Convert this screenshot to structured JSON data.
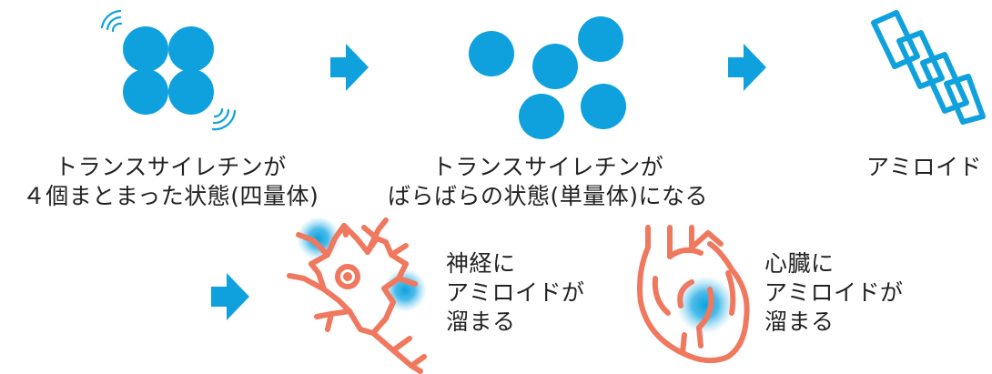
{
  "colors": {
    "blue": "#0fa1dd",
    "coral": "#f0785e",
    "text": "#222222",
    "glow": "#37b6ea"
  },
  "step1": {
    "line1": "トランスサイレチンが",
    "line2": "４個まとまった状態(四量体)"
  },
  "step2": {
    "line1": "トランスサイレチンが",
    "line2": "ばらばらの状態(単量体)になる"
  },
  "step3": {
    "label": "アミロイド"
  },
  "nerve": {
    "line1": "神経に",
    "line2": "アミロイドが",
    "line3": "溜まる"
  },
  "heart": {
    "line1": "心臓に",
    "line2": "アミロイドが",
    "line3": "溜まる"
  },
  "icons": [
    "vibration-icon",
    "arrow-right-icon",
    "amyloid-fibril-icon",
    "neuron-icon",
    "heart-icon"
  ]
}
